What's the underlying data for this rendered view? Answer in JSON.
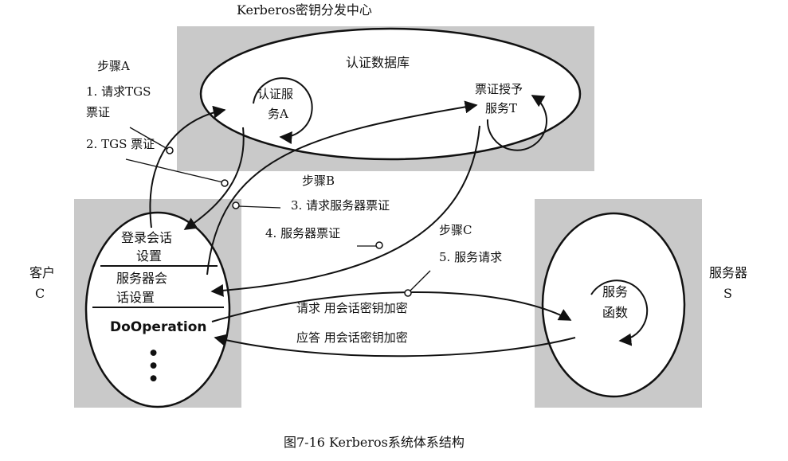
{
  "kdc": {
    "title": "Kerberos密钥分发中心",
    "database": "认证数据库",
    "auth_service": [
      "认证服",
      "务A"
    ],
    "ticket_service": [
      "票证授予",
      "服务T"
    ]
  },
  "steps": {
    "a": "步骤A",
    "a1": [
      "1. 请求TGS",
      "票证"
    ],
    "a2": "2. TGS 票证",
    "b": "步骤B",
    "b3": "3. 请求服务器票证",
    "b4": "4. 服务器票证",
    "c": "步骤C",
    "c5": "5. 服务请求"
  },
  "client": {
    "label": [
      "客户",
      "C"
    ],
    "login": [
      "登录会话",
      "设置"
    ],
    "server_session": [
      "服务器会",
      "话设置"
    ],
    "operation": "DoOperation",
    "more": "•••"
  },
  "messages": {
    "request": "请求   用会话密钥加密",
    "reply": "应答   用会话密钥加密"
  },
  "server": {
    "label": [
      "服务器",
      "S"
    ],
    "function": [
      "服务",
      "函数"
    ]
  },
  "caption": "图7-16   Kerberos系统体系结构"
}
